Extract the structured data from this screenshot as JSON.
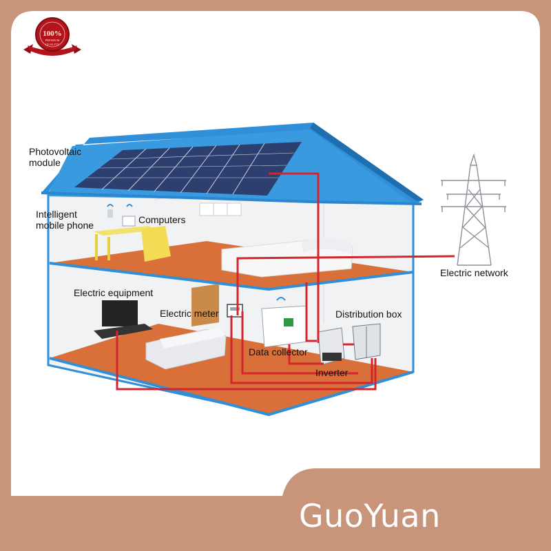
{
  "badge": {
    "big": "100%",
    "small": "PREMIUM",
    "small2": "QUALITY"
  },
  "labels": {
    "photovoltaic_1": "Photovoltaic",
    "photovoltaic_2": "module",
    "phone_1": "Intelligent",
    "phone_2": "mobile phone",
    "computers": "Computers",
    "electric_equipment": "Electric equipment",
    "electric_meter": "Electric meter",
    "distribution_box": "Distribution box",
    "data_collector": "Data collector",
    "inverter": "Inverter",
    "electric_network": "Electric network"
  },
  "brand": "GuoYuan",
  "colors": {
    "frame": "#c9957a",
    "roof": "#2f8fd8",
    "floor": "#d9703a",
    "wire": "#d4252c",
    "wall": "#e9ebee",
    "panel": "#2c3f6e"
  }
}
